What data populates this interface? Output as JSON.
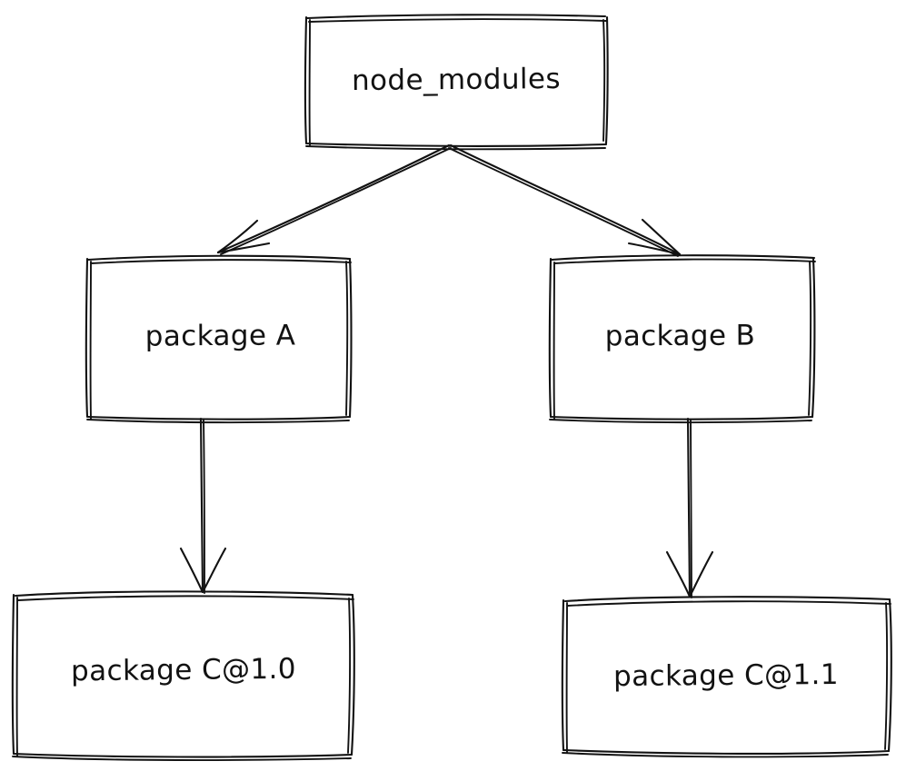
{
  "diagram": {
    "title": "npm node_modules dependency tree",
    "style": "hand-drawn sketch",
    "background_color": "#ffffff",
    "stroke_color": "#121212",
    "nodes": [
      {
        "id": "node_modules",
        "label": "node_modules"
      },
      {
        "id": "package_a",
        "label": "package A"
      },
      {
        "id": "package_b",
        "label": "package B"
      },
      {
        "id": "package_c10",
        "label": "package C@1.0"
      },
      {
        "id": "package_c11",
        "label": "package C@1.1"
      }
    ],
    "edges": [
      {
        "from": "node_modules",
        "to": "package_a",
        "arrow": "arrow-down-left-icon"
      },
      {
        "from": "node_modules",
        "to": "package_b",
        "arrow": "arrow-down-right-icon"
      },
      {
        "from": "package_a",
        "to": "package_c10",
        "arrow": "arrow-down-icon"
      },
      {
        "from": "package_b",
        "to": "package_c11",
        "arrow": "arrow-down-icon"
      }
    ]
  }
}
